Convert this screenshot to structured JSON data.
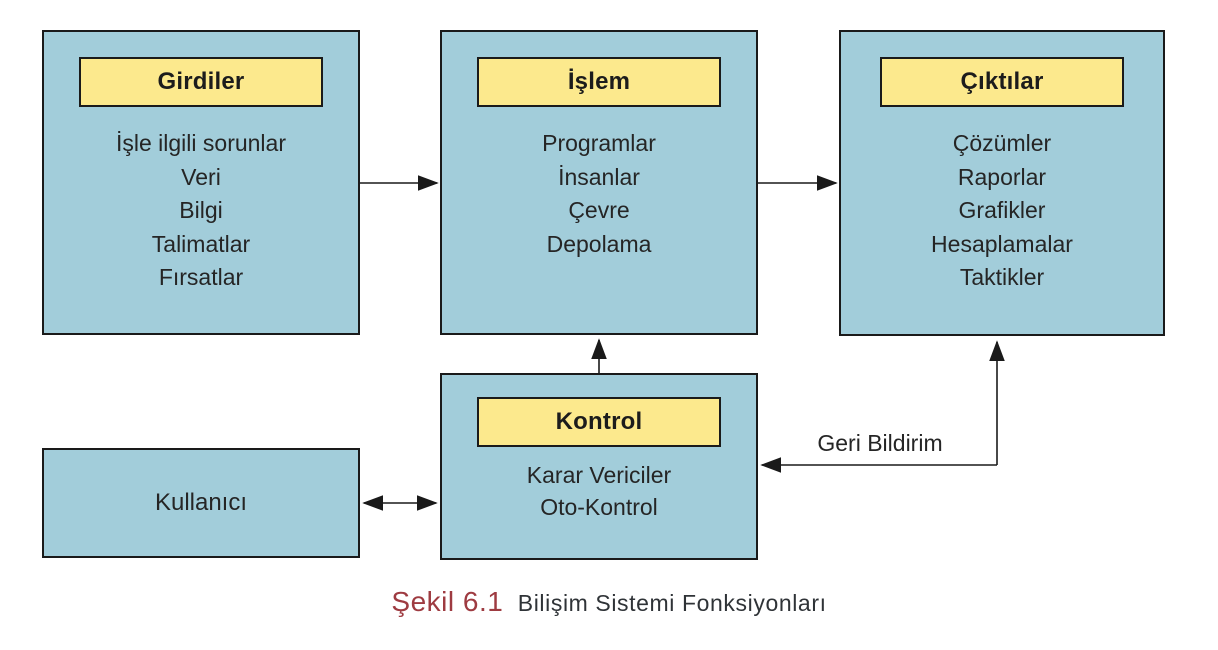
{
  "boxes": {
    "girdiler": {
      "title": "Girdiler",
      "items": [
        "İşle ilgili sorunlar",
        "Veri",
        "Bilgi",
        "Talimatlar",
        "Fırsatlar"
      ]
    },
    "islem": {
      "title": "İşlem",
      "items": [
        "Programlar",
        "İnsanlar",
        "Çevre",
        "Depolama"
      ]
    },
    "ciktilar": {
      "title": "Çıktılar",
      "items": [
        "Çözümler",
        "Raporlar",
        "Grafikler",
        "Hesaplamalar",
        "Taktikler"
      ]
    },
    "kontrol": {
      "title": "Kontrol",
      "items": [
        "Karar Vericiler",
        "Oto-Kontrol"
      ]
    },
    "kullanici": {
      "title": "Kullanıcı"
    }
  },
  "arrows": {
    "feedback_label": "Geri Bildirim"
  },
  "caption": {
    "figure": "Şekil 6.1",
    "title": "Bilişim Sistemi Fonksiyonları"
  },
  "colors": {
    "box_fill": "#a2cdda",
    "header_fill": "#fce98d",
    "line": "#1a1a1a",
    "caption_accent": "#9e3b41"
  }
}
